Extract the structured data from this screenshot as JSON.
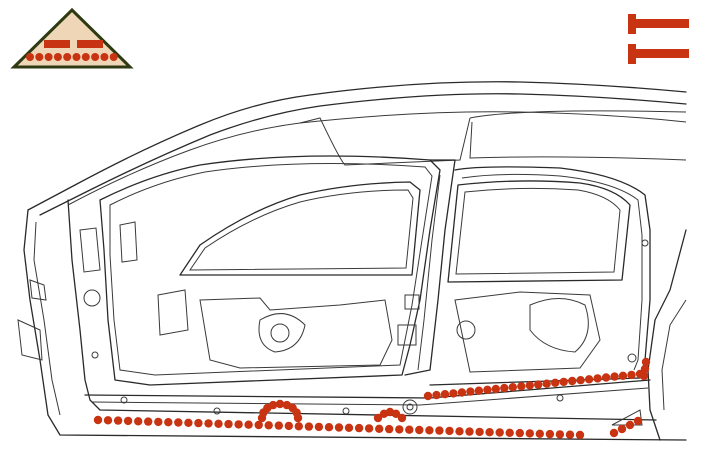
{
  "colors": {
    "weld_dot": "#c83312",
    "outline": "#2a2a2a",
    "badge_fill": "#efd6b6",
    "badge_border": "#2e3a12",
    "background": "#ffffff"
  },
  "icons": {
    "badge": "triangle-weld-badge-icon",
    "tool": "double-bar-tool-icon"
  },
  "weld_seams": [
    {
      "name": "sill-lower-seam",
      "dot_count": 49
    },
    {
      "name": "sill-upper-seam",
      "dot_count": 26
    },
    {
      "name": "loop-seam",
      "dot_count": 9
    },
    {
      "name": "small-cluster-seam",
      "dot_count": 5
    },
    {
      "name": "rear-corner-seam",
      "dot_count": 4
    },
    {
      "name": "front-end-seam",
      "dot_count": 3
    }
  ]
}
